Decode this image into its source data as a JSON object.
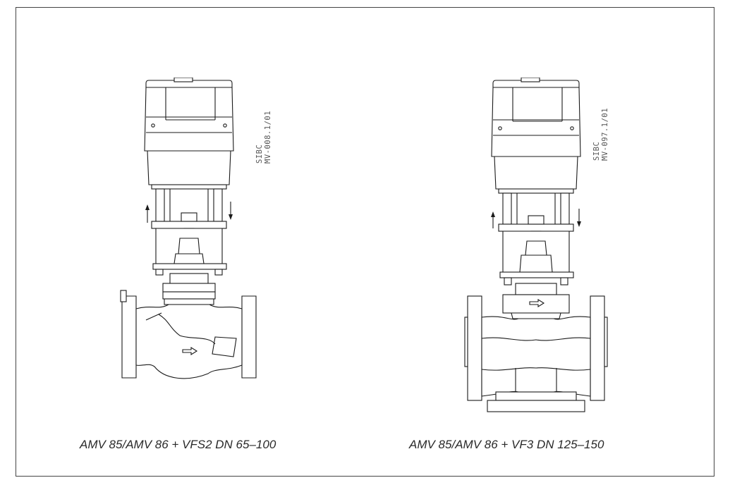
{
  "figures": [
    {
      "id": "left",
      "drawing_code_line1": "SIBC",
      "drawing_code_line2": "MV-008.1/01",
      "caption": "AMV 85/AMV 86 + VFS2 DN 65–100"
    },
    {
      "id": "right",
      "drawing_code_line1": "SIBC",
      "drawing_code_line2": "MV-097.1/01",
      "caption": "AMV 85/AMV 86 + VF3 DN 125–150"
    }
  ],
  "colors": {
    "line": "#1a1a1a",
    "frame": "#444444",
    "text": "#2a2a2a"
  }
}
